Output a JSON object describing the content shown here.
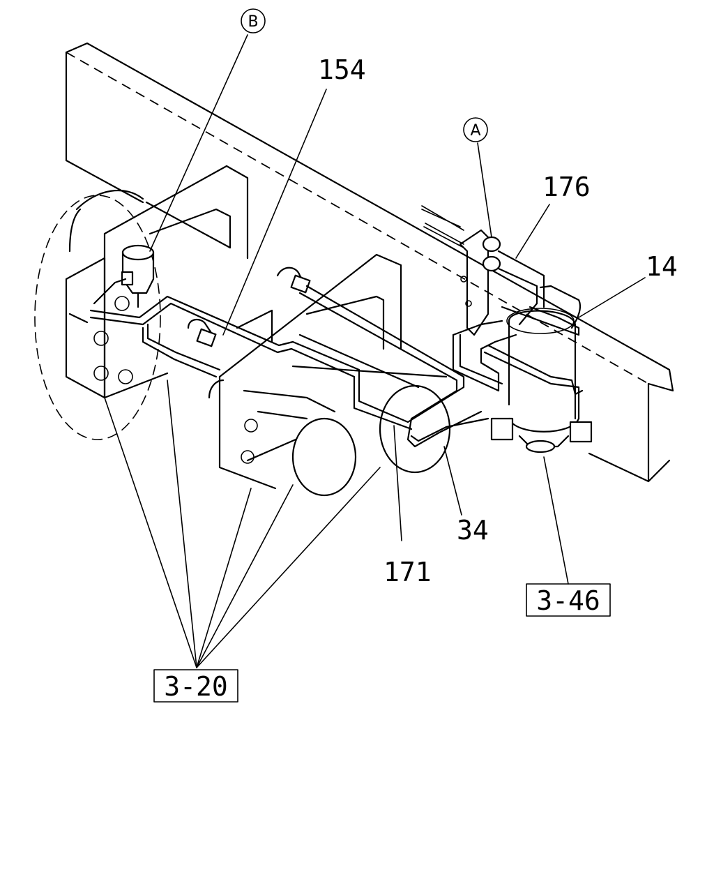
{
  "callouts": {
    "ref_b": "B",
    "ref_a": "A",
    "part_154": "154",
    "part_176": "176",
    "part_14": "14",
    "part_34": "34",
    "part_171": "171",
    "ref_3_46": "3-46",
    "ref_3_20": "3-20"
  }
}
